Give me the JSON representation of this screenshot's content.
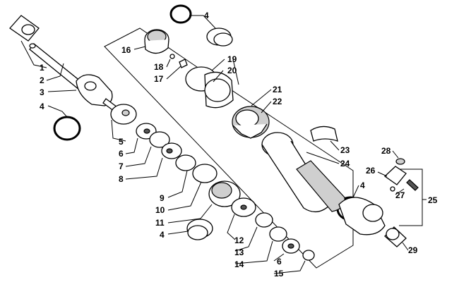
{
  "callouts": {
    "c1": "1",
    "c2": "2",
    "c3": "3",
    "c4a": "4",
    "c4b": "4",
    "c4c": "4",
    "c4d": "4",
    "c5": "5",
    "c6a": "6",
    "c6b": "6",
    "c7": "7",
    "c8": "8",
    "c9": "9",
    "c10": "10",
    "c11": "11",
    "c12": "12",
    "c13": "13",
    "c14": "14",
    "c15": "15",
    "c16": "16",
    "c17": "17",
    "c18": "18",
    "c19": "19",
    "c20": "20",
    "c21": "21",
    "c22": "22",
    "c23": "23",
    "c24": "24",
    "c25": "25",
    "c26": "26",
    "c27": "27",
    "c28": "28",
    "c29": "29"
  }
}
